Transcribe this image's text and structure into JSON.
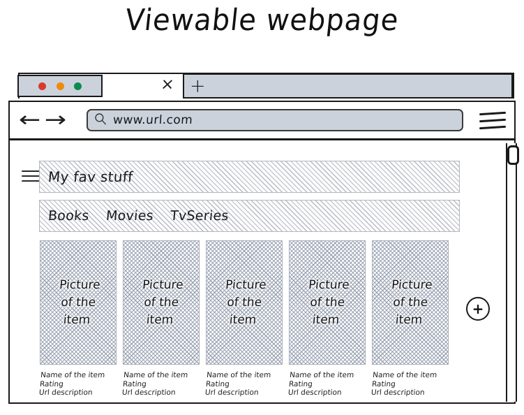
{
  "page": {
    "title": "Viewable webpage"
  },
  "browser": {
    "window_controls": {
      "close_label": "close-dot",
      "minimize_label": "minimize-dot",
      "maximize_label": "maximize-dot",
      "colors": {
        "close": "#d93a2b",
        "minimize": "#f08a0c",
        "maximize": "#0f8a4d"
      }
    },
    "tabs": {
      "close_tab_label": "×",
      "new_tab_label": "+"
    },
    "navigation": {
      "back_label": "←",
      "forward_label": "→",
      "menu_icon": "hamburger-icon"
    },
    "address_bar": {
      "search_icon": "search-icon",
      "value": "www.url.com",
      "placeholder": "www.url.com"
    },
    "scrollbar": {
      "icon": "vertical-scrollbar"
    }
  },
  "webpage": {
    "menu_icon": "hamburger-icon",
    "header": {
      "title": "My fav stuff"
    },
    "nav": {
      "tabs": [
        {
          "label": "Books"
        },
        {
          "label": "Movies"
        },
        {
          "label": "TvSeries"
        }
      ]
    },
    "add_button": {
      "label": "+"
    },
    "cards": [
      {
        "thumb_label": "Picture\nof the\nitem",
        "name": "Name of the item",
        "rating": "Rating",
        "url_description": "Url description"
      },
      {
        "thumb_label": "Picture\nof the\nitem",
        "name": "Name of the item",
        "rating": "Rating",
        "url_description": "Url description"
      },
      {
        "thumb_label": "Picture\nof the\nitem",
        "name": "Name of the item",
        "rating": "Rating",
        "url_description": "Url description"
      },
      {
        "thumb_label": "Picture\nof the\nitem",
        "name": "Name of the item",
        "rating": "Rating",
        "url_description": "Url description"
      },
      {
        "thumb_label": "Picture\nof the\nitem",
        "name": "Name of the item",
        "rating": "Rating",
        "url_description": "Url description"
      }
    ]
  }
}
